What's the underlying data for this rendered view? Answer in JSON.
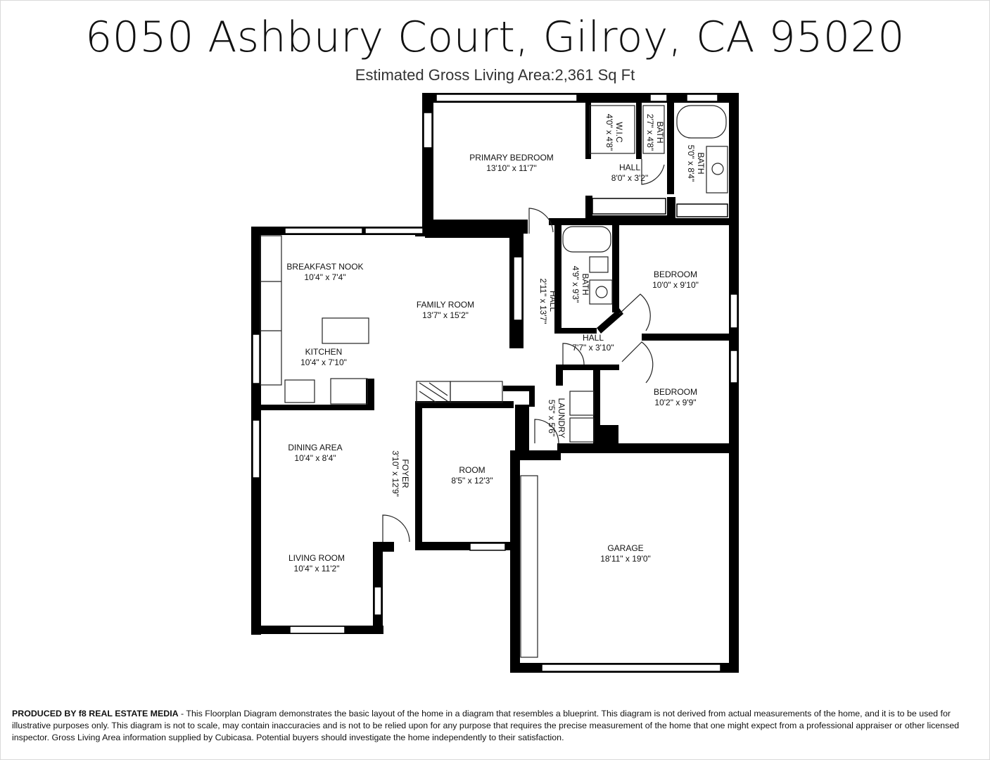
{
  "header": {
    "title": "6050 Ashbury Court, Gilroy, CA 95020",
    "subtitle": "Estimated Gross Living Area:2,361 Sq Ft"
  },
  "rooms": [
    {
      "id": "primary-bedroom",
      "name": "PRIMARY BEDROOM",
      "dims": "13'10\" x 11'7\""
    },
    {
      "id": "wic",
      "name": "W.I.C",
      "dims": "4'0\" x 4'8\""
    },
    {
      "id": "bath-small",
      "name": "BATH",
      "dims": "2'7\" x 4'8\""
    },
    {
      "id": "bath-primary",
      "name": "BATH",
      "dims": "5'0\" x 8'4\""
    },
    {
      "id": "hall-primary",
      "name": "HALL",
      "dims": "8'0\" x 3'2\""
    },
    {
      "id": "breakfast-nook",
      "name": "BREAKFAST NOOK",
      "dims": "10'4\" x 7'4\""
    },
    {
      "id": "family-room",
      "name": "FAMILY ROOM",
      "dims": "13'7\" x 15'2\""
    },
    {
      "id": "kitchen",
      "name": "KITCHEN",
      "dims": "10'4\" x 7'10\""
    },
    {
      "id": "hall-long",
      "name": "HALL",
      "dims": "2'11\" x 13'7\""
    },
    {
      "id": "bath-hall",
      "name": "BATH",
      "dims": "4'9\" x 9'3\""
    },
    {
      "id": "bedroom-1",
      "name": "BEDROOM",
      "dims": "10'0\" x 9'10\""
    },
    {
      "id": "hall-small",
      "name": "HALL",
      "dims": "7'7\" x 3'10\""
    },
    {
      "id": "bedroom-2",
      "name": "BEDROOM",
      "dims": "10'2\" x 9'9\""
    },
    {
      "id": "laundry",
      "name": "LAUNDRY",
      "dims": "5'5\" x 5'6\""
    },
    {
      "id": "dining-area",
      "name": "DINING AREA",
      "dims": "10'4\" x 8'4\""
    },
    {
      "id": "foyer",
      "name": "FOYER",
      "dims": "3'10\" x 12'9\""
    },
    {
      "id": "room",
      "name": "ROOM",
      "dims": "8'5\" x 12'3\""
    },
    {
      "id": "living-room",
      "name": "LIVING ROOM",
      "dims": "10'4\" x 11'2\""
    },
    {
      "id": "garage",
      "name": "GARAGE",
      "dims": "18'11\" x 19'0\""
    }
  ],
  "footer": {
    "producer": "PRODUCED BY f8 REAL ESTATE MEDIA",
    "disclaimer": " - This Floorplan Diagram demonstrates the basic layout of the home in a diagram that resembles a blueprint. This diagram is not derived from actual measurements of the home, and it is to be used for illustrative purposes only. This diagram is not to scale, may contain inaccuracies and is not to be relied upon for any purpose that requires the precise measurement of the home that one might expect from a professional appraiser or other licensed inspector. Gross Living Area information supplied by Cubicasa. Potential buyers should investigate the home independently to their satisfaction."
  }
}
